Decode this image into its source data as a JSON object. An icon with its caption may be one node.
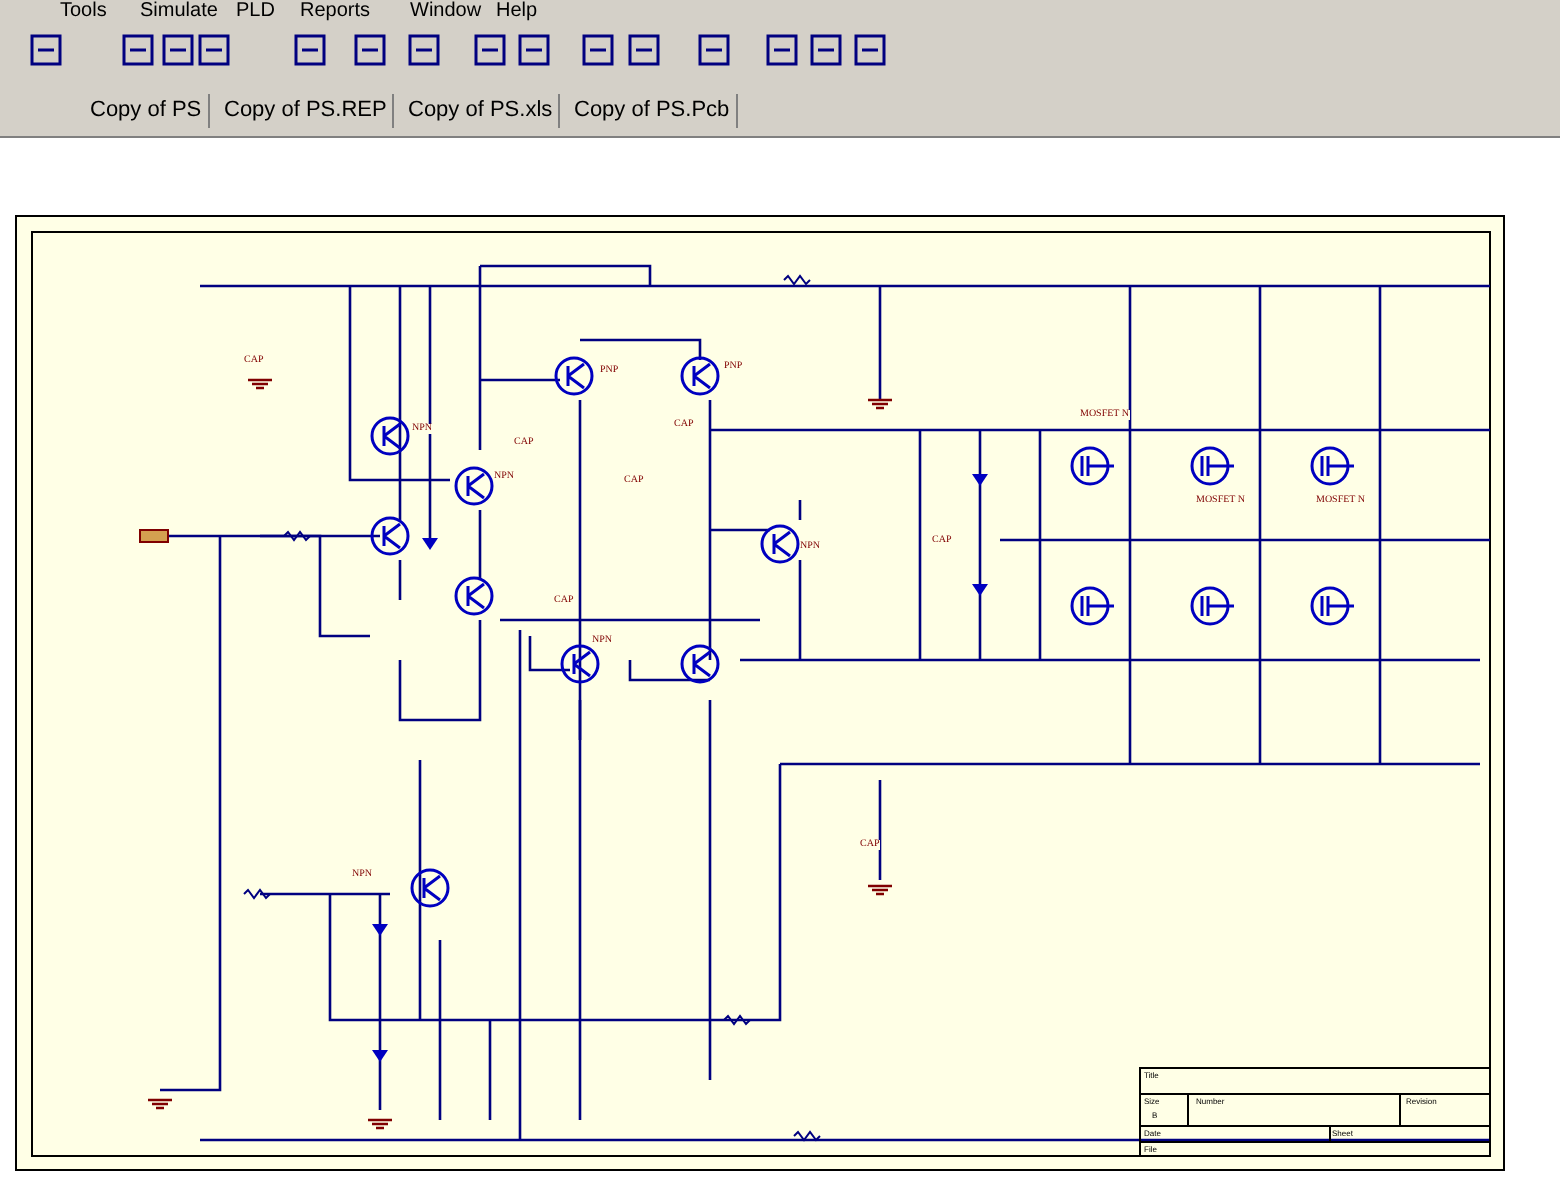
{
  "diagram": {
    "labels": [
      "Tools",
      "Simulate",
      "PLD",
      "Reports",
      "Window",
      "Help",
      "Copy of PS",
      "Copy of PS.REP",
      "Copy of PS.xls",
      "Copy of PS.Pcb",
      "CAP",
      "NPN",
      "PNP",
      "PNP",
      "CAP",
      "CAP",
      "CAP",
      "NPN",
      "NPN",
      "CAP",
      "CAP",
      "NPN",
      "MOSFET N",
      "MOSFET N",
      "MOSFET N",
      "NPN",
      "CAP",
      "Title",
      "Size",
      "Number",
      "Revision",
      "B",
      "Date",
      "Sheet",
      "File"
    ]
  }
}
